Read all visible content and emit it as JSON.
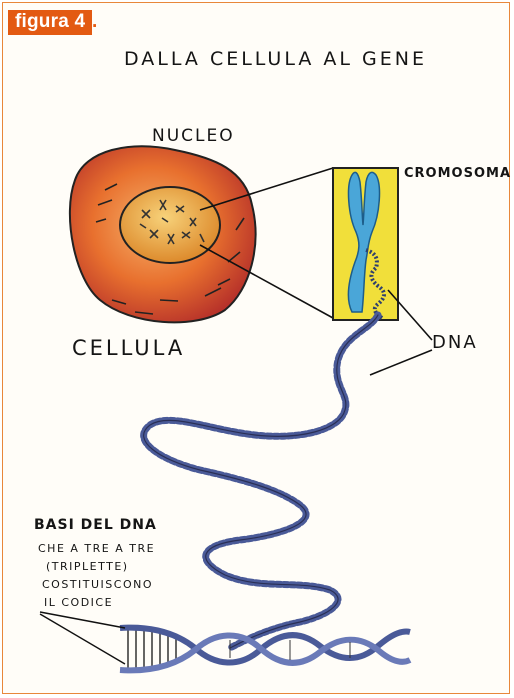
{
  "figure": {
    "label": "figura 4",
    "dot": "."
  },
  "title": "DALLA CELLULA AL GENE",
  "labels": {
    "nucleo": "NUCLEO",
    "cromosoma": "CROMOSOMA",
    "cellula": "CELLULA",
    "dna": "DNA",
    "basi": "BASI DEL DNA",
    "note_lines": [
      "CHE A TRE A TRE",
      "(TRIPLETTE)",
      "COSTITUISCONO",
      "IL CODICE"
    ]
  },
  "colors": {
    "accent": "#e35a12",
    "cell": "#d64a2e",
    "nucleus": "#e9a23a",
    "chromosome_box": "#f1df3a",
    "chromosome": "#4aa6d8",
    "dna": "#4a5a98"
  }
}
